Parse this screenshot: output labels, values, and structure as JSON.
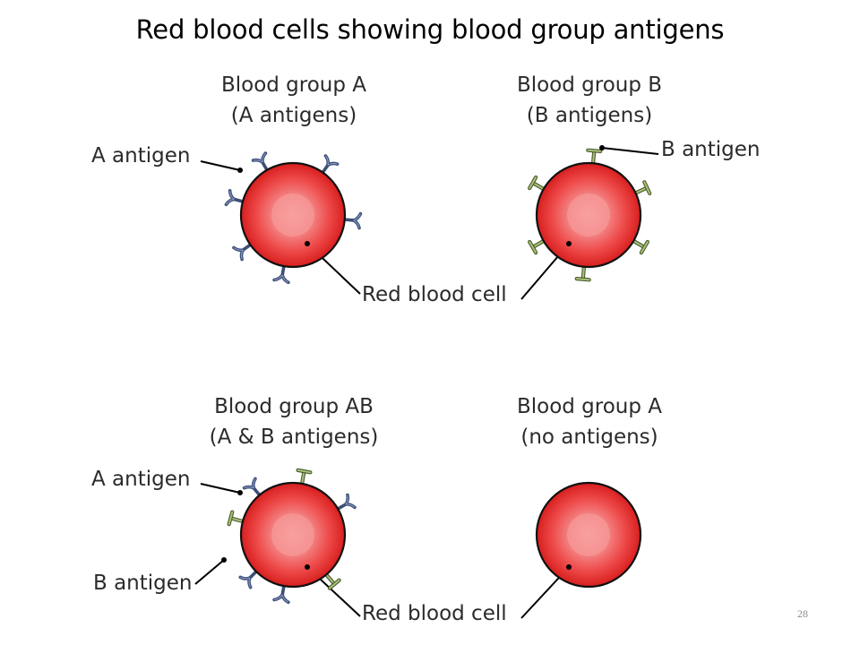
{
  "title": "Red blood cells showing blood group antigens",
  "panels": [
    {
      "heading": "Blood group A",
      "subheading": "(A antigens)"
    },
    {
      "heading": "Blood group B",
      "subheading": "(B antigens)"
    },
    {
      "heading": "Blood group AB",
      "subheading": "(A & B antigens)"
    },
    {
      "heading": "Blood group A",
      "subheading": "(no antigens)"
    }
  ],
  "labels": {
    "a_antigen": "A antigen",
    "b_antigen": "B antigen",
    "red_blood_cell": "Red blood cell"
  },
  "page_number": "28",
  "colors": {
    "cell_outer": "#d81e1e",
    "cell_mid": "#ee4a4a",
    "cell_center": "#f8a0a0",
    "a_antigen": "#3d4f78",
    "b_antigen": "#a8c27c"
  }
}
